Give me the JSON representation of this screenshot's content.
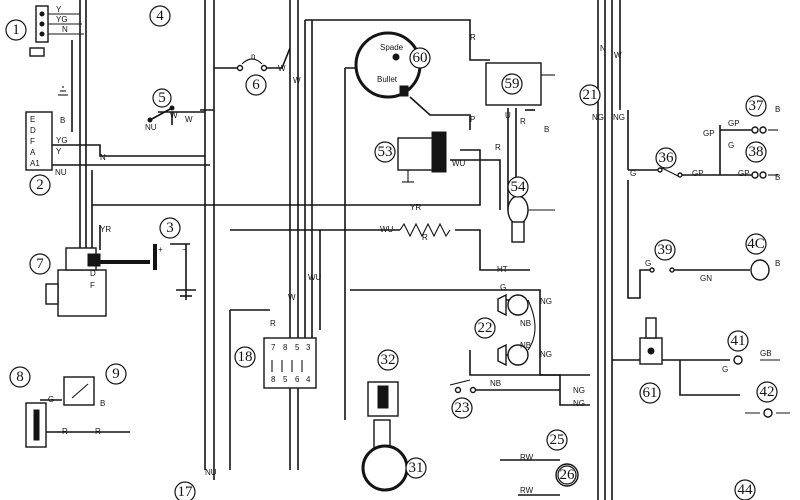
{
  "components": [
    {
      "id": "1",
      "label": "1"
    },
    {
      "id": "2",
      "label": "2"
    },
    {
      "id": "3",
      "label": "3"
    },
    {
      "id": "4",
      "label": "4"
    },
    {
      "id": "5",
      "label": "5"
    },
    {
      "id": "6",
      "label": "6"
    },
    {
      "id": "7",
      "label": "7"
    },
    {
      "id": "8",
      "label": "8"
    },
    {
      "id": "9",
      "label": "9"
    },
    {
      "id": "17",
      "label": "17"
    },
    {
      "id": "18",
      "label": "18"
    },
    {
      "id": "21",
      "label": "21"
    },
    {
      "id": "22",
      "label": "22"
    },
    {
      "id": "23",
      "label": "23"
    },
    {
      "id": "25",
      "label": "25"
    },
    {
      "id": "26",
      "label": "26"
    },
    {
      "id": "31",
      "label": "31"
    },
    {
      "id": "32",
      "label": "32"
    },
    {
      "id": "36",
      "label": "36"
    },
    {
      "id": "37",
      "label": "37"
    },
    {
      "id": "38",
      "label": "38"
    },
    {
      "id": "39",
      "label": "39"
    },
    {
      "id": "40",
      "label": "4C"
    },
    {
      "id": "41",
      "label": "41"
    },
    {
      "id": "42",
      "label": "42"
    },
    {
      "id": "44",
      "label": "44"
    },
    {
      "id": "53",
      "label": "53"
    },
    {
      "id": "54",
      "label": "54"
    },
    {
      "id": "59",
      "label": "59"
    },
    {
      "id": "60",
      "label": "60"
    },
    {
      "id": "61",
      "label": "61"
    }
  ],
  "labels": {
    "spade": "Spade",
    "bullet": "Bullet",
    "regulator_terminals": [
      "E",
      "D",
      "F",
      "A",
      "A1"
    ],
    "wire_codes": {
      "y": "Y",
      "yg": "YG",
      "n": "N",
      "b": "B",
      "nu": "NU",
      "w": "W",
      "r": "R",
      "p": "P",
      "u": "U",
      "wu": "WU",
      "yr": "YR",
      "ht": "HT",
      "g": "G",
      "gp": "GP",
      "gn": "GN",
      "ng": "NG",
      "nb": "NB",
      "gb": "GB",
      "rw": "RW"
    },
    "fuse_top": [
      "7",
      "8",
      "5",
      "3"
    ],
    "fuse_bottom": [
      "8",
      "5",
      "6",
      "4"
    ],
    "plus": "+",
    "minus": "−",
    "dyn_d": "D",
    "dyn_f": "F",
    "fuse_n": "n"
  }
}
